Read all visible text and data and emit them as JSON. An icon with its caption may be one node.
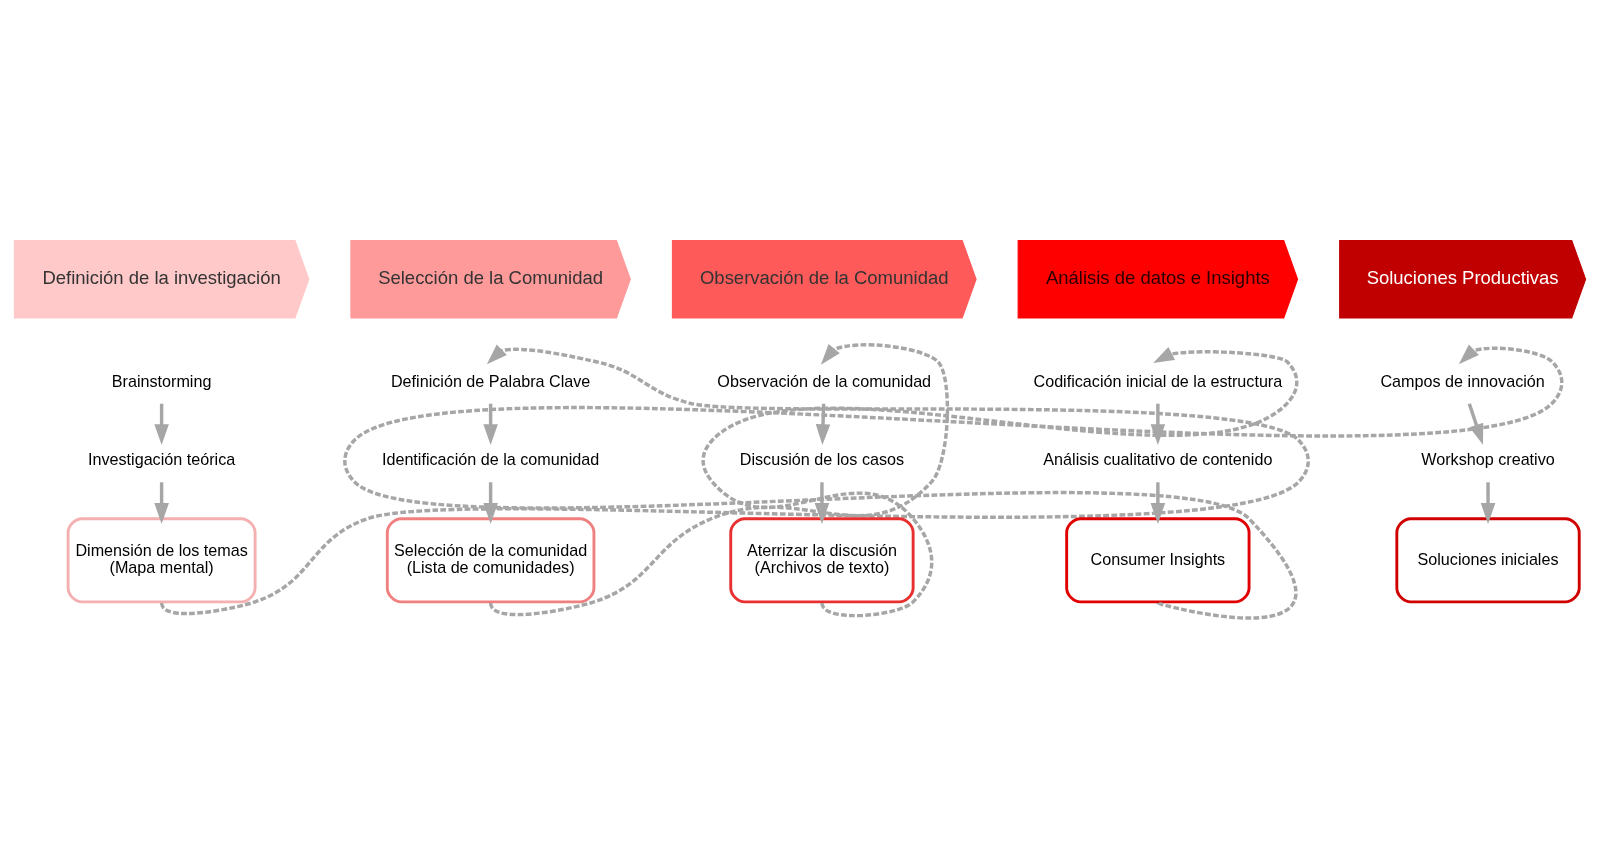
{
  "diagram": {
    "nodes": [
      {
        "text": [
          "Definición de la investigación"
        ]
      },
      {
        "text": [
          "Selección de la Comunidad"
        ]
      },
      {
        "text": [
          "Observación de la Comunidad"
        ]
      },
      {
        "text": [
          "Análisis de datos e Insights"
        ]
      },
      {
        "text": [
          "Soluciones Productivas"
        ]
      },
      {
        "text": [
          "Brainstorming"
        ]
      },
      {
        "text": [
          "Investigación teórica"
        ]
      },
      {
        "text": [
          "Dimensión de los temas",
          "(Mapa mental)"
        ]
      },
      {
        "text": [
          "Definición de Palabra Clave"
        ]
      },
      {
        "text": [
          "Identificación de la comunidad"
        ]
      },
      {
        "text": [
          "Selección de la comunidad",
          "(Lista de comunidades)"
        ]
      },
      {
        "text": [
          "Observación de la comunidad"
        ]
      },
      {
        "text": [
          "Discusión de los casos"
        ]
      },
      {
        "text": [
          "Aterrizar la discusión",
          "(Archivos de texto)"
        ]
      },
      {
        "text": [
          "Codificación inicial de la estructura"
        ]
      },
      {
        "text": [
          "Análisis cualitativo de contenido"
        ]
      },
      {
        "text": [
          "Consumer Insights"
        ]
      },
      {
        "text": [
          "Campos de innovación"
        ]
      },
      {
        "text": [
          "Workshop creativo"
        ]
      },
      {
        "text": [
          "Soluciones iniciales"
        ]
      }
    ],
    "edges": [
      {
        "from": 5,
        "to": 6,
        "arrow": "to"
      },
      {
        "from": 6,
        "to": 7,
        "arrow": "to"
      },
      {
        "from": 7,
        "to": 8,
        "arrow": "to",
        "style": "dashed"
      },
      {
        "from": 8,
        "to": 9,
        "arrow": "to"
      },
      {
        "from": 9,
        "to": 10,
        "arrow": "to"
      },
      {
        "from": 10,
        "to": 11,
        "arrow": "to",
        "style": "dashed"
      },
      {
        "from": 11,
        "to": 12,
        "arrow": "to"
      },
      {
        "from": 12,
        "to": 13,
        "arrow": "to"
      },
      {
        "from": 13,
        "to": 14,
        "arrow": "to",
        "style": "dashed"
      },
      {
        "from": 14,
        "to": 15,
        "arrow": "to"
      },
      {
        "from": 15,
        "to": 16,
        "arrow": "to"
      },
      {
        "from": 16,
        "to": 17,
        "arrow": "to",
        "style": "dashed"
      },
      {
        "from": 17,
        "to": 18,
        "arrow": "to"
      },
      {
        "from": 18,
        "to": 19,
        "arrow": "to"
      }
    ]
  }
}
